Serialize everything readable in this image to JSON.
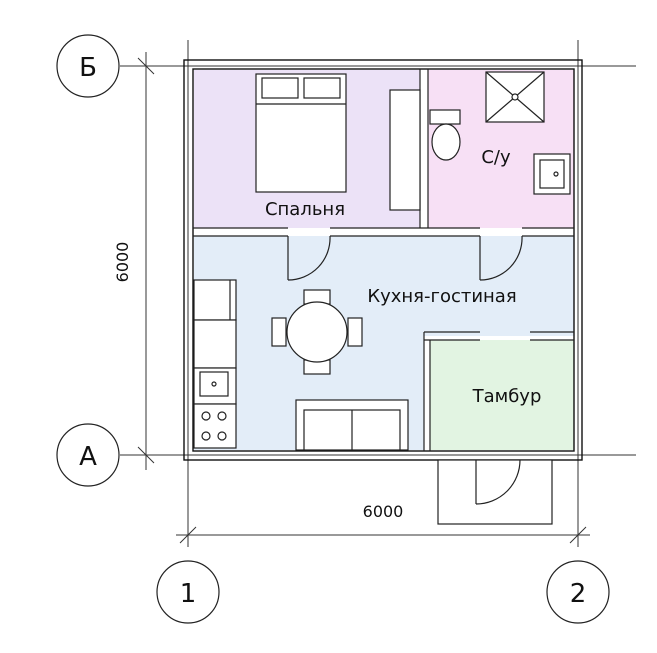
{
  "rooms": {
    "bedroom": "Спальня",
    "bathroom": "С/у",
    "living": "Кухня-гостиная",
    "vestibule": "Тамбур"
  },
  "axes": {
    "row_top": "Б",
    "row_bottom": "А",
    "col_left": "1",
    "col_right": "2"
  },
  "dimensions": {
    "horizontal": "6000",
    "vertical": "6000"
  },
  "colors": {
    "bedroom": "#ece2f7",
    "bathroom": "#f7e0f5",
    "living": "#e3edf8",
    "vestibule": "#e2f4e2"
  }
}
